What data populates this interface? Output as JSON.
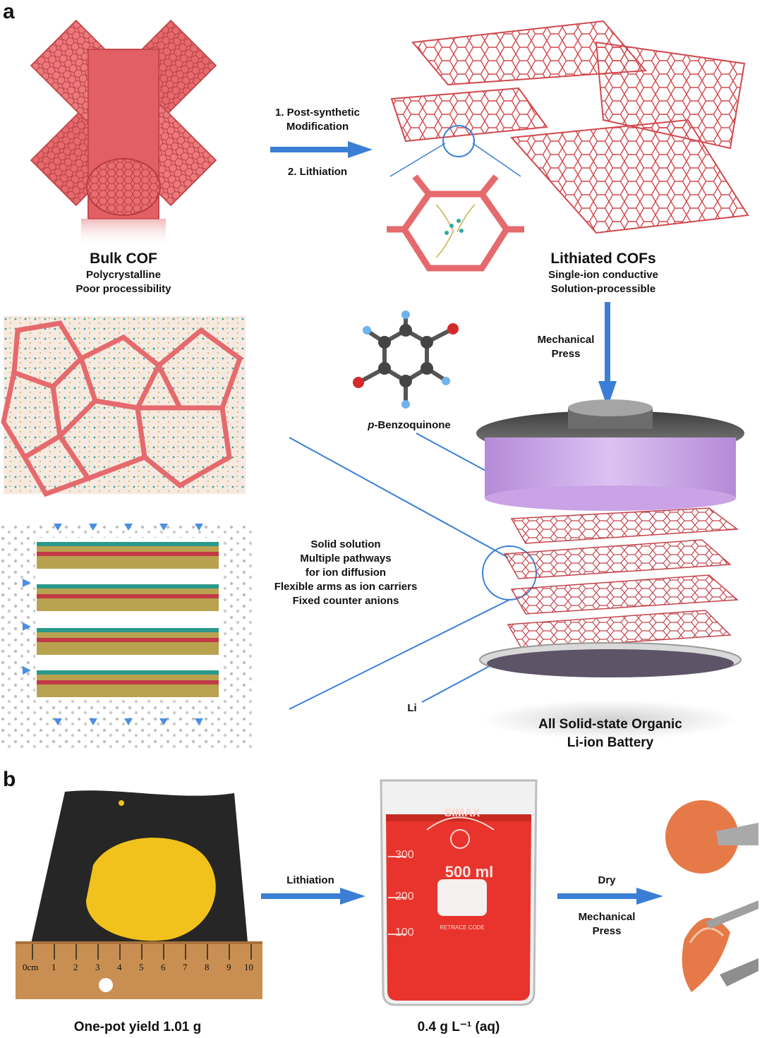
{
  "panel_a": {
    "letter": "a",
    "step_1": "1. Post-synthetic",
    "step_1b": "Modification",
    "step_2": "2. Lithiation",
    "bulk_cof": {
      "title": "Bulk COF",
      "line1": "Polycrystalline",
      "line2": "Poor processibility"
    },
    "lithiated_cofs": {
      "title": "Lithiated COFs",
      "line1": "Single-ion conductive",
      "line2": "Solution-processible"
    },
    "mechanical_press": [
      "Mechanical",
      "Press"
    ],
    "molecule": {
      "prefix": "p",
      "name": "-Benzoquinone"
    },
    "solid_solution": [
      "Solid solution",
      "Multiple pathways",
      "for ion diffusion",
      "Flexible arms as ion carriers",
      "Fixed counter anions"
    ],
    "li_label": "Li",
    "battery": [
      "All Solid-state Organic",
      "Li-ion Battery"
    ]
  },
  "panel_b": {
    "letter": "b",
    "lithiation": "Lithiation",
    "dry": "Dry",
    "mechanical_press": [
      "Mechanical",
      "Press"
    ],
    "powder_caption": "One-pot yield 1.01 g",
    "solution_caption": "0.4 g L⁻¹ (aq)",
    "ruler_labels": [
      "0cm",
      "1",
      "2",
      "3",
      "4",
      "5",
      "6",
      "7",
      "8",
      "9",
      "10"
    ],
    "beaker": {
      "brand": "SIMAX",
      "volume": "500 ml",
      "marks": [
        "300",
        "200",
        "100"
      ],
      "retrace": "RETRACE CODE"
    }
  },
  "colors": {
    "cof_red": "#e05a5e",
    "arrow_blue": "#3a7fd5",
    "solution_red": "#e8342c",
    "powder_yellow": "#f2c21c",
    "membrane_orange": "#e57a48",
    "press_purple": "#c9a3e6"
  }
}
